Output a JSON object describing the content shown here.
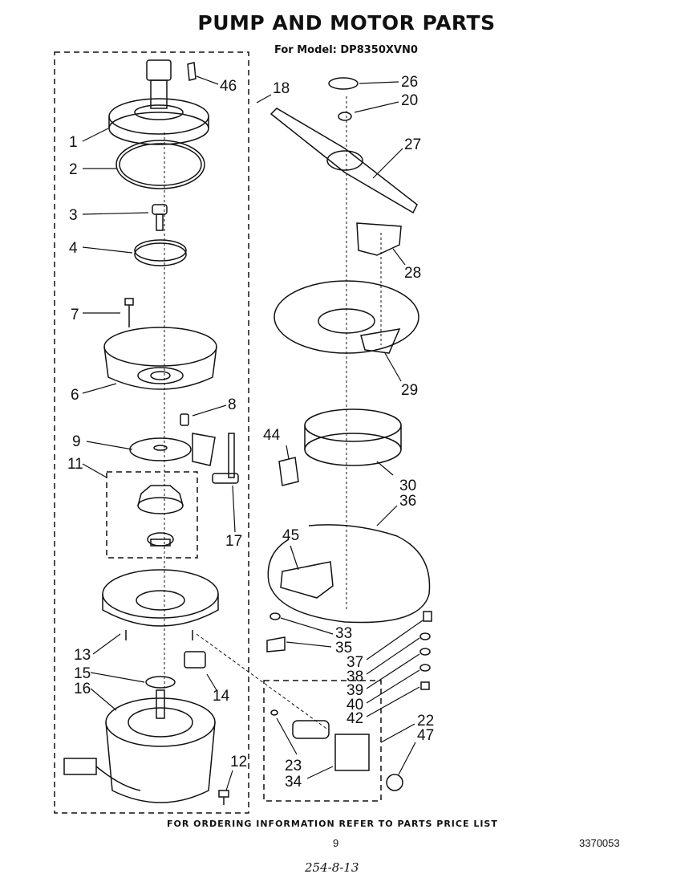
{
  "header": {
    "title": "PUMP AND MOTOR PARTS",
    "subtitle": "For Model: DP8350XVN0"
  },
  "callouts": {
    "c1": "1",
    "c2": "2",
    "c3": "3",
    "c4": "4",
    "c6": "6",
    "c7": "7",
    "c8": "8",
    "c9": "9",
    "c11": "11",
    "c12": "12",
    "c13": "13",
    "c14": "14",
    "c15": "15",
    "c16": "16",
    "c17": "17",
    "c18": "18",
    "c20": "20",
    "c22": "22",
    "c23": "23",
    "c26": "26",
    "c27": "27",
    "c28": "28",
    "c29": "29",
    "c30": "30",
    "c33": "33",
    "c34": "34",
    "c35": "35",
    "c36": "36",
    "c37": "37",
    "c38": "38",
    "c39": "39",
    "c40": "40",
    "c42": "42",
    "c44": "44",
    "c45": "45",
    "c46": "46",
    "c47": "47"
  },
  "footer": {
    "ordering_note": "FOR ORDERING INFORMATION REFER TO PARTS PRICE LIST",
    "page_number": "9",
    "document_number": "3370053",
    "handwritten_note": "254-8-13"
  }
}
